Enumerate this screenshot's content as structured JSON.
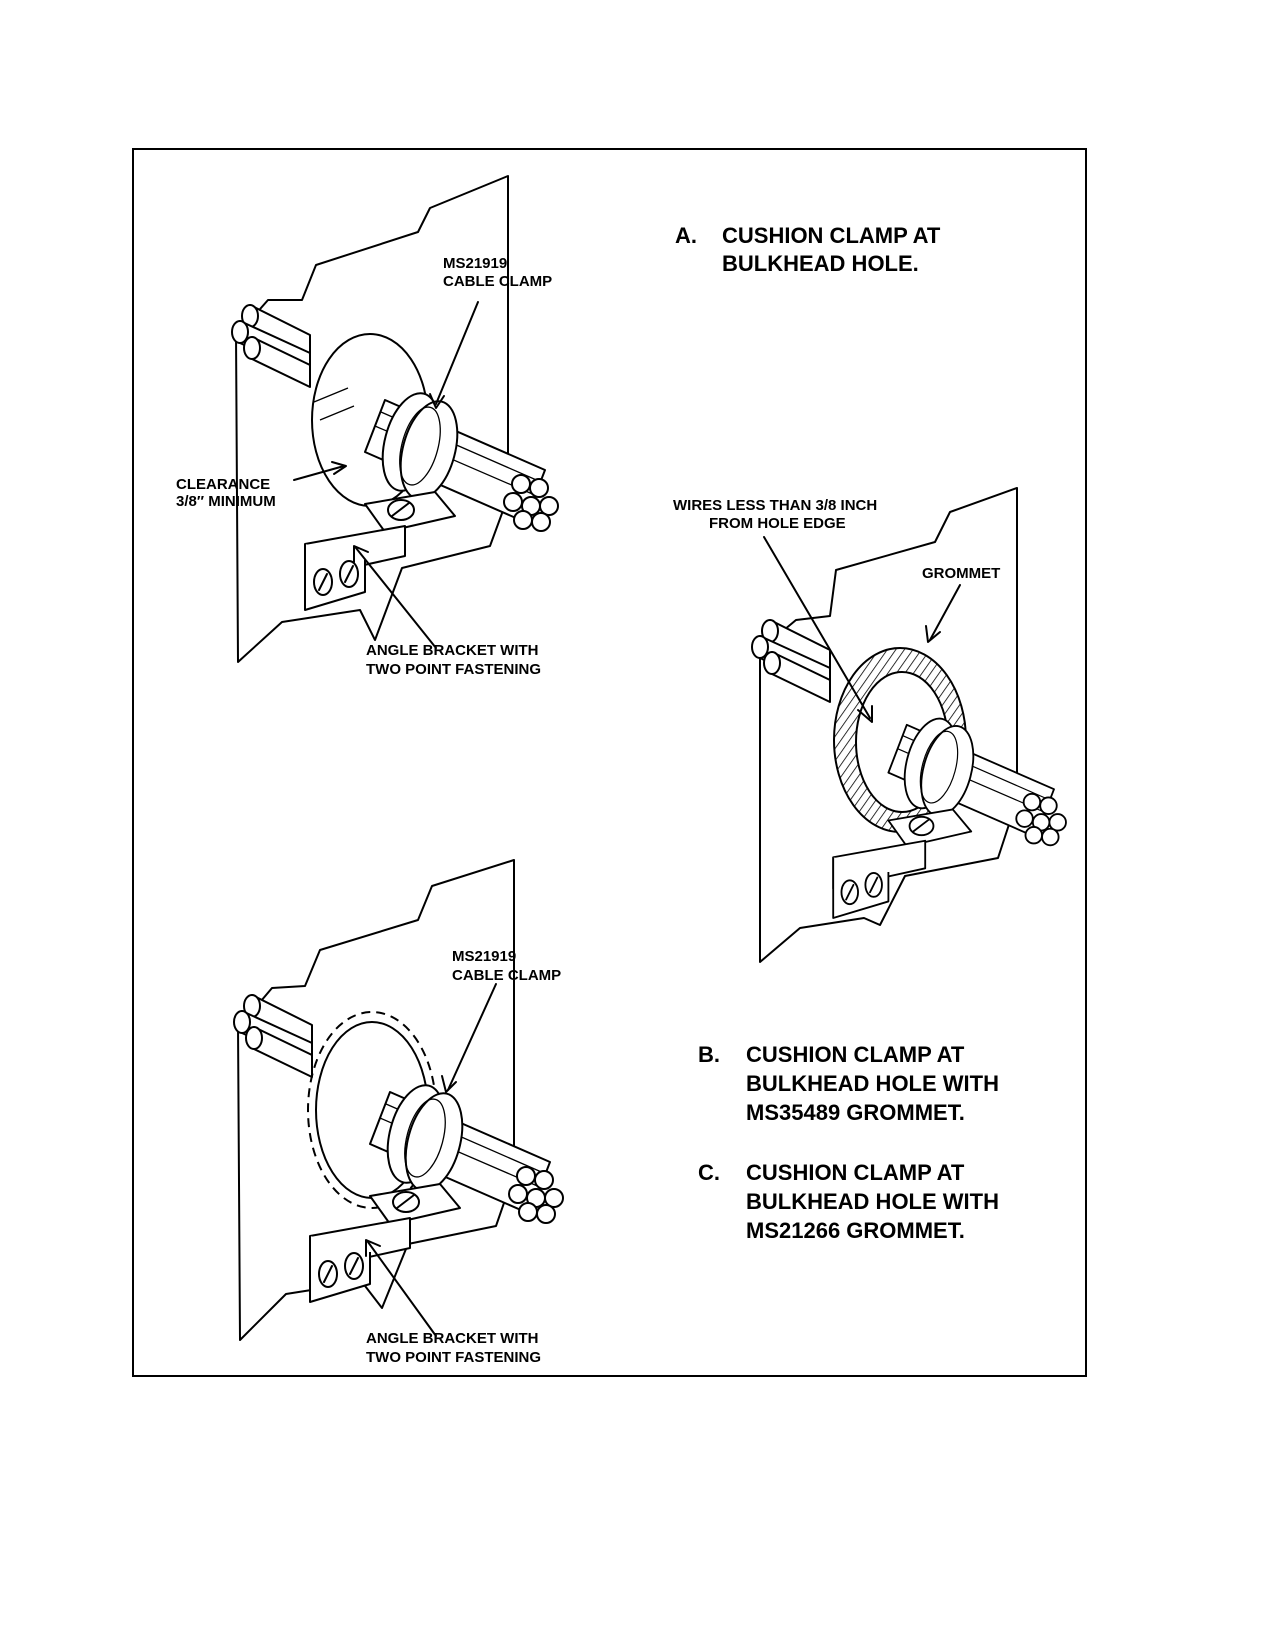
{
  "captions": {
    "a": {
      "letter": "A.",
      "lines": [
        "CUSHION CLAMP AT",
        "BULKHEAD HOLE."
      ]
    },
    "b": {
      "letter": "B.",
      "lines": [
        "CUSHION CLAMP AT",
        "BULKHEAD HOLE WITH",
        "MS35489 GROMMET."
      ]
    },
    "c": {
      "letter": "C.",
      "lines": [
        "CUSHION CLAMP AT",
        "BULKHEAD HOLE WITH",
        "MS21266 GROMMET."
      ]
    }
  },
  "callouts": {
    "top_clamp": [
      "MS21919",
      "CABLE CLAMP"
    ],
    "clearance": [
      "CLEARANCE",
      "3/8″ MINIMUM"
    ],
    "top_bracket": [
      "ANGLE BRACKET WITH",
      "TWO POINT FASTENING"
    ],
    "wires": [
      "WIRES LESS THAN 3/8 INCH",
      "FROM HOLE EDGE"
    ],
    "grommet": "GROMMET",
    "bottom_clamp": [
      "MS21919",
      "CABLE CLAMP"
    ],
    "bottom_bracket": [
      "ANGLE BRACKET WITH",
      "TWO POINT FASTENING"
    ]
  }
}
